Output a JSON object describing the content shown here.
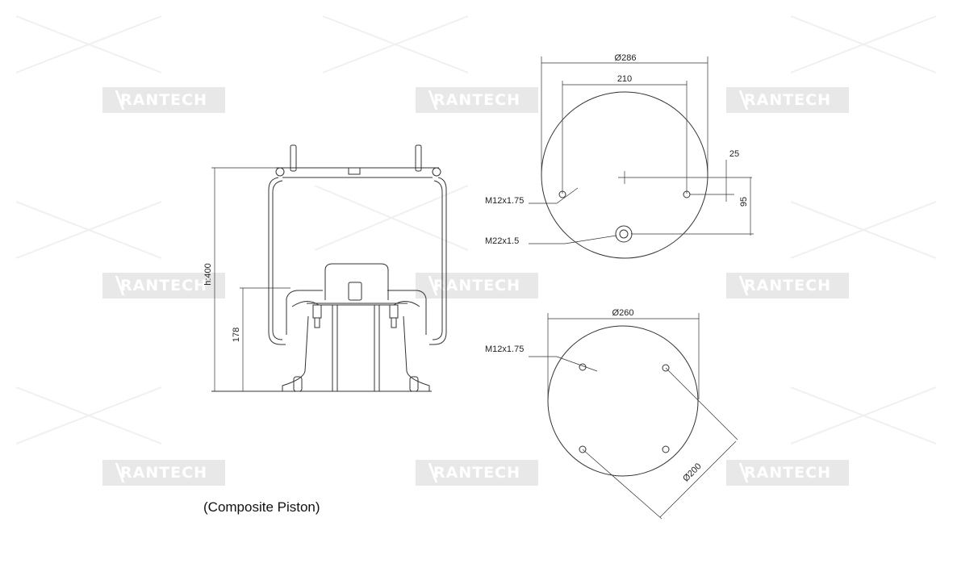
{
  "watermark": "RANTECH",
  "caption": "(Composite Piston)",
  "side_view": {
    "height_label": "h:400",
    "piston_height_label": "178"
  },
  "top_plate_view": {
    "diameter_label": "Ø286",
    "hole_spacing_label": "210",
    "offset_label": "25",
    "port_offset_label": "95",
    "stud_thread_label": "M12x1.75",
    "air_port_label": "M22x1.5"
  },
  "piston_base_view": {
    "diameter_label": "Ø260",
    "bolt_circle_label": "Ø200",
    "thread_label": "M12x1.75"
  }
}
